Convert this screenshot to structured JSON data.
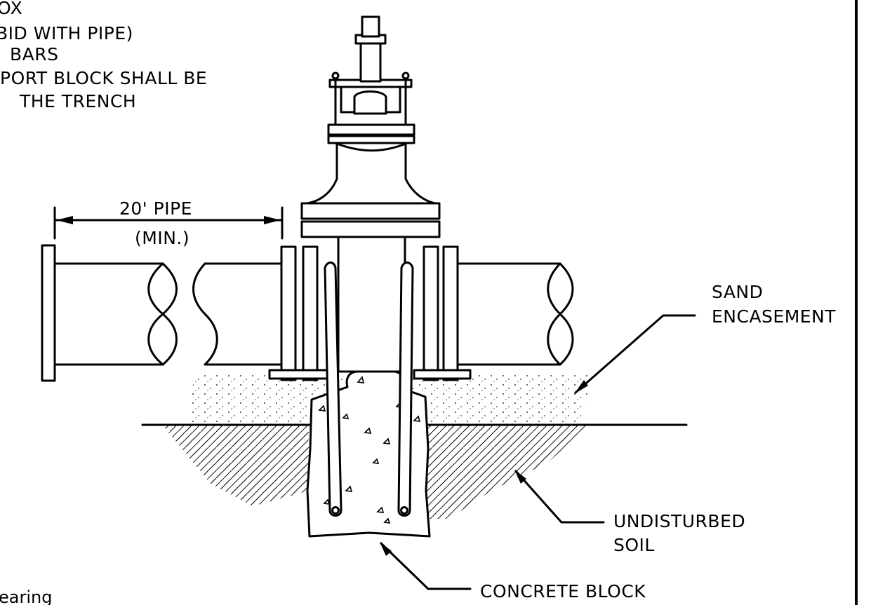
{
  "notes": {
    "line1": "OX",
    "line2": "BID WITH PIPE)",
    "line3": "BARS",
    "line4": "PORT BLOCK SHALL BE",
    "line5": "THE TRENCH",
    "bottom_partial": "earing"
  },
  "dimension": {
    "length": "20' PIPE",
    "qualifier": "(MIN.)"
  },
  "callouts": {
    "sand_line1": "SAND",
    "sand_line2": "ENCASEMENT",
    "soil_line1": "UNDISTURBED",
    "soil_line2": "SOIL",
    "concrete": "CONCRETE BLOCK"
  }
}
